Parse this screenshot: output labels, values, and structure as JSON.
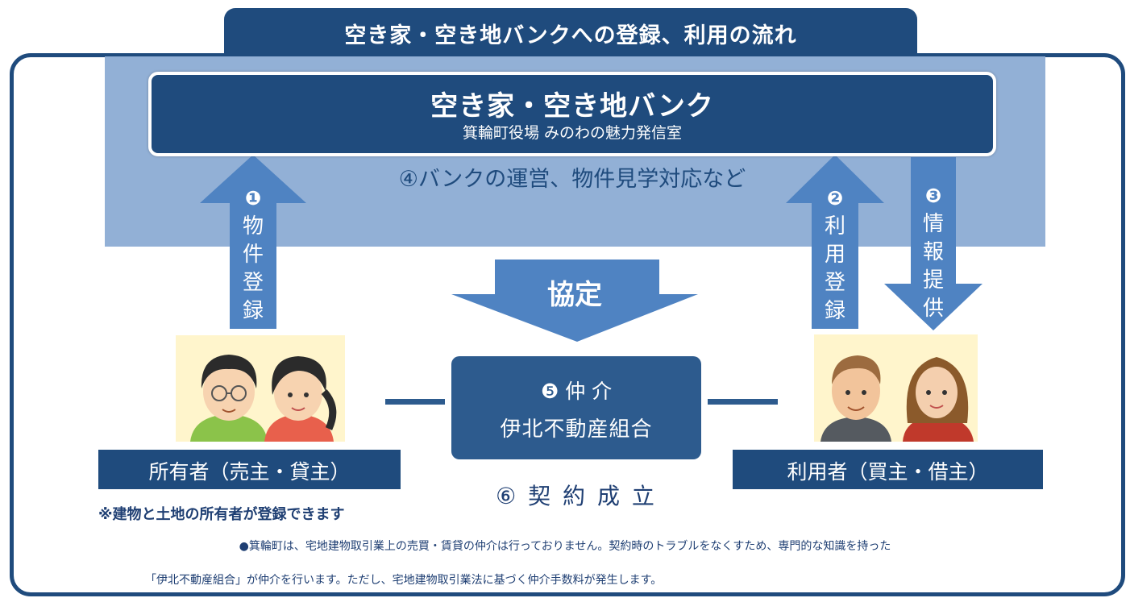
{
  "header": {
    "title": "空き家・空き地バンクへの登録、利用の流れ"
  },
  "bank": {
    "title": "空き家・空き地バンク",
    "subtitle": "箕輪町役場 みのわの魅力発信室",
    "operations": "④バンクの運営、物件見学対応など"
  },
  "arrows": {
    "property_registration": {
      "number": "❶",
      "label": [
        "物",
        "件",
        "登",
        "録"
      ]
    },
    "user_registration": {
      "number": "❷",
      "label": [
        "利",
        "用",
        "登",
        "録"
      ]
    },
    "information": {
      "number": "❸",
      "label": [
        "情",
        "報",
        "提",
        "供"
      ]
    }
  },
  "agreement": {
    "label": "協定"
  },
  "broker": {
    "line1": "❺ 仲 介",
    "line2": "伊北不動産組合"
  },
  "owner": {
    "label": "所有者（売主・貸主）",
    "note": "※建物と土地の所有者が登録できます"
  },
  "user": {
    "label": "利用者（買主・借主）"
  },
  "contract": {
    "label": "⑥ 契 約 成 立"
  },
  "footnotes": [
    "●箕輪町は、宅地建物取引業上の売買・賃貸の仲介は行っておりません。契約時のトラブルをなくすため、専門的な知識を持った",
    "「伊北不動産組合」が仲介を行います。ただし、宅地建物取引業法に基づく仲介手数料が発生します。"
  ],
  "colors": {
    "navy": "#1f4b7d",
    "band": "#92b0d6",
    "arrow": "#4f83c2",
    "broker": "#2d5b8e"
  }
}
